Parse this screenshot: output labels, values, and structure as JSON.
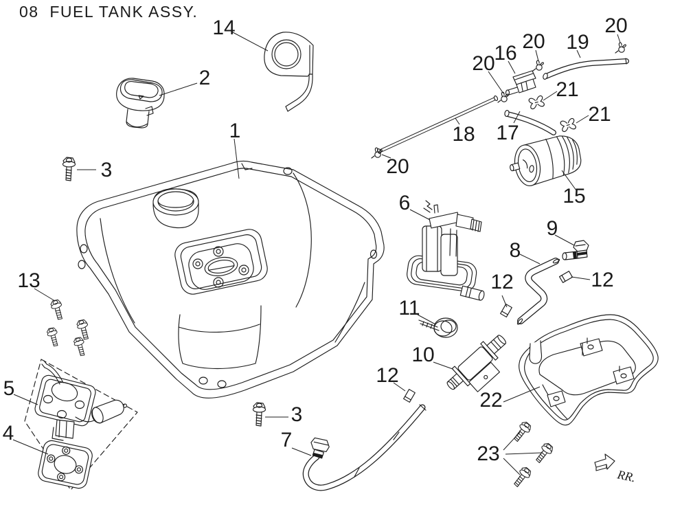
{
  "title": "08  FUEL TANK ASSY.",
  "rear_marker": "RR.",
  "colors": {
    "line": "#1c1c1c",
    "background": "#ffffff"
  },
  "callouts": {
    "n1": "1",
    "n2": "2",
    "n3a": "3",
    "n3b": "3",
    "n4": "4",
    "n5": "5",
    "n6": "6",
    "n7": "7",
    "n8": "8",
    "n9": "9",
    "n10": "10",
    "n11": "11",
    "n12a": "12",
    "n12b": "12",
    "n12c": "12",
    "n13": "13",
    "n14": "14",
    "n15": "15",
    "n16": "16",
    "n17": "17",
    "n18": "18",
    "n19": "19",
    "n20a": "20",
    "n20b": "20",
    "n20c": "20",
    "n20d": "20",
    "n21a": "21",
    "n21b": "21",
    "n22": "22",
    "n23": "23"
  }
}
